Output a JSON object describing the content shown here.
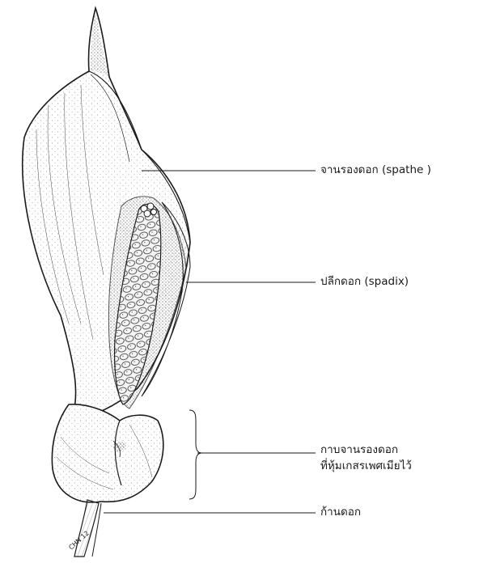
{
  "labels": {
    "spathe": "จานรองดอก (spathe )",
    "spadix": "ปลีกดอก (spadix)",
    "base_line1": "กาบจานรองดอก",
    "base_line2": "ที่หุ้มเกสรเพศเมียไว้",
    "stalk": "ก้านดอก"
  },
  "artist_signature": "CHN 12",
  "colors": {
    "ink": "#1a1a1a",
    "background": "#ffffff"
  }
}
